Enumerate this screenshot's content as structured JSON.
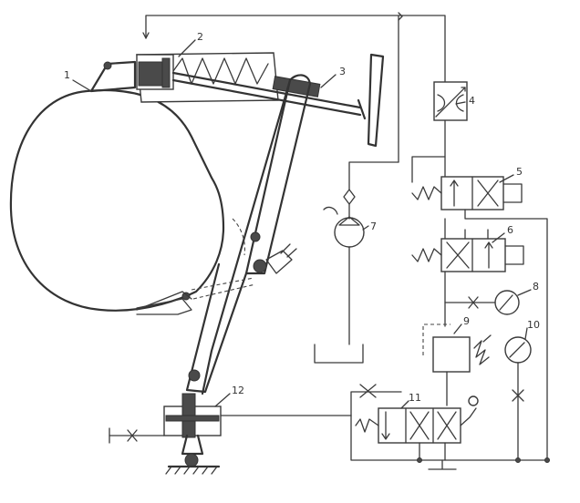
{
  "labels": {
    "n1": "1",
    "n2": "2",
    "n3": "3",
    "n4": "4",
    "n5": "5",
    "n6": "6",
    "n7": "7",
    "n8": "8",
    "n9": "9",
    "n10": "10",
    "n11": "11",
    "n12": "12"
  },
  "colors": {
    "ink": "#3a3a3a",
    "paper": "#ffffff"
  }
}
